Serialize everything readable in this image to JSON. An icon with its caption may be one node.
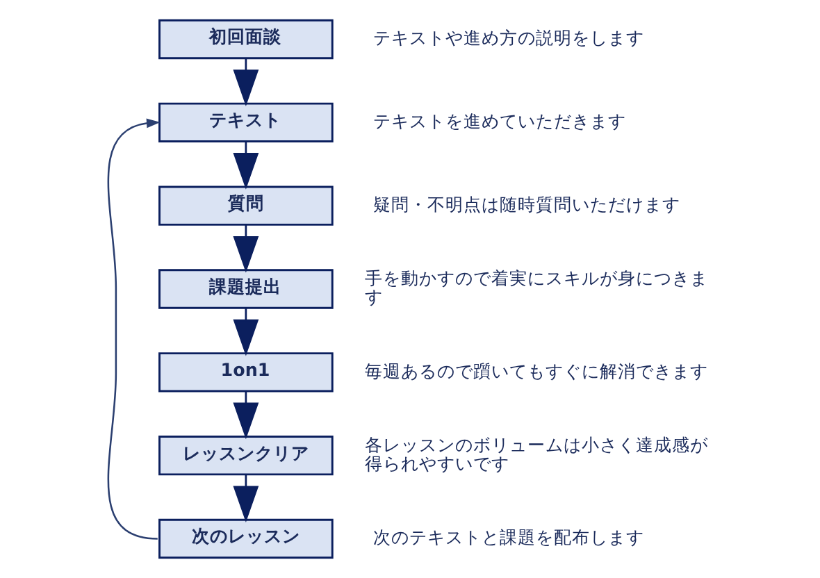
{
  "diagram": {
    "nodes": [
      {
        "text": [
          "初回面談"
        ],
        "beside": [
          "テキストや進め方の説明をします"
        ]
      },
      {
        "text": [
          "テキスト"
        ],
        "beside": [
          "テキストを進めていただきます"
        ]
      },
      {
        "text": [
          "質問"
        ],
        "beside": [
          "疑問・不明点は随時質問いただけます"
        ]
      },
      {
        "text": [
          "課題提出"
        ],
        "beside": [
          "手を動かすので着実にスキルが身につきます"
        ]
      },
      {
        "text": [
          "1on1"
        ],
        "beside": [
          "毎週あるので躓いてもすぐに解消できます"
        ]
      },
      {
        "text": [
          "レッスンクリア"
        ],
        "beside": [
          "各レッスンのボリュームは小さく達成感が得られやすいです"
        ]
      },
      {
        "text": [
          "次のレッスン"
        ],
        "beside": [
          "次のテキストと課題を配布します"
        ]
      }
    ],
    "edges": [
      {
        "from": 0,
        "to": 1,
        "arrow": "to"
      },
      {
        "from": 1,
        "to": 2,
        "arrow": "to"
      },
      {
        "from": 2,
        "to": 3,
        "arrow": "to"
      },
      {
        "from": 3,
        "to": 4,
        "arrow": "to"
      },
      {
        "from": 4,
        "to": 5,
        "arrow": "to"
      },
      {
        "from": 5,
        "to": 6,
        "arrow": "to"
      },
      {
        "from": 6,
        "to": 1,
        "arrow": "to"
      }
    ]
  }
}
